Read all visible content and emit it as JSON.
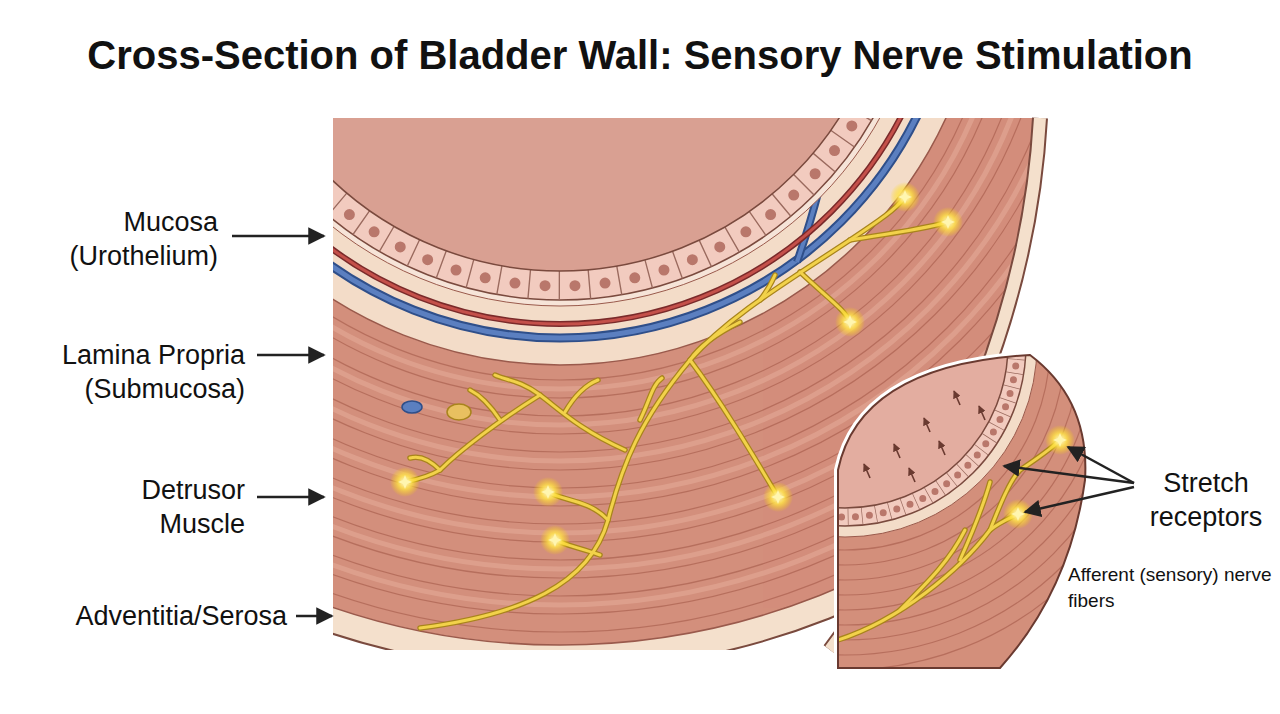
{
  "diagram": {
    "title": "Cross-Section of Bladder Wall: Sensory Nerve Stimulation",
    "labels": [
      "Mucosa (Urothelium)",
      "Lamina Propria (Submucosa)",
      "Detrusor Muscle",
      "Adventitia/Serosa",
      "Stretch receptors",
      "Afferent (sensory) nerve fibers"
    ]
  }
}
